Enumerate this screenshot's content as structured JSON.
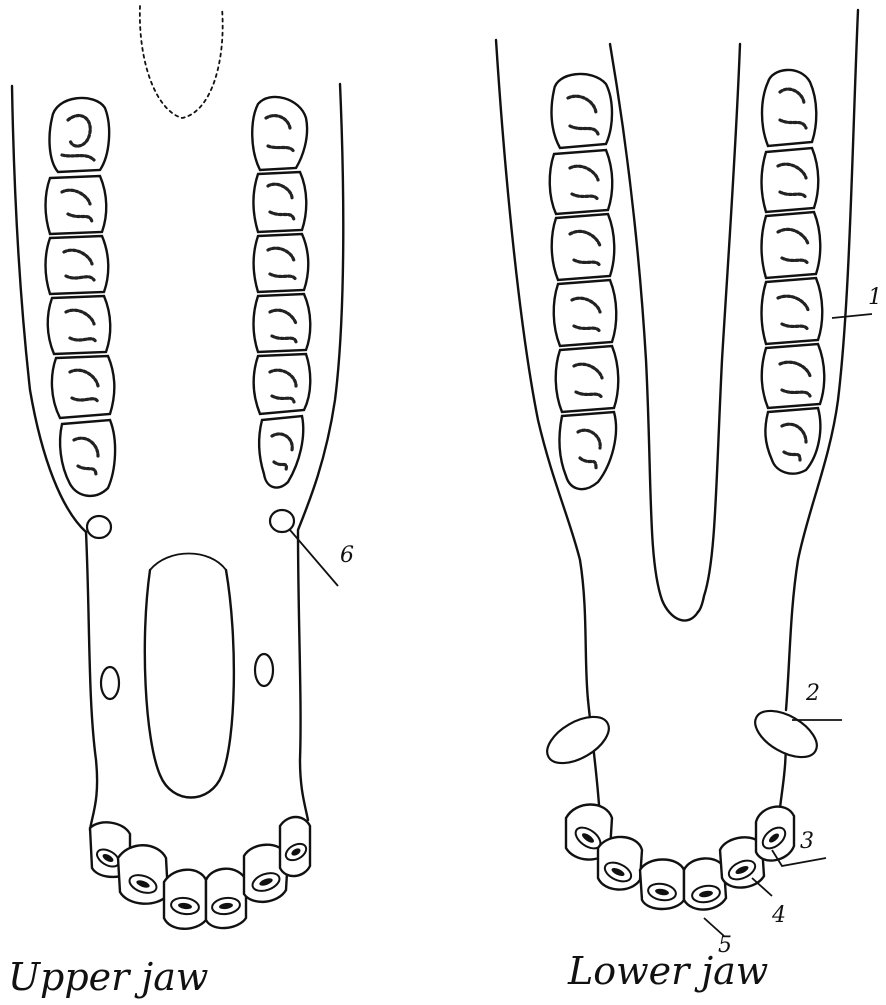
{
  "captions": {
    "upper": "Upper jaw",
    "lower": "Lower jaw"
  },
  "labels": {
    "l1": "1",
    "l2": "2",
    "l3": "3",
    "l4": "4",
    "l5": "5",
    "l6": "6"
  }
}
